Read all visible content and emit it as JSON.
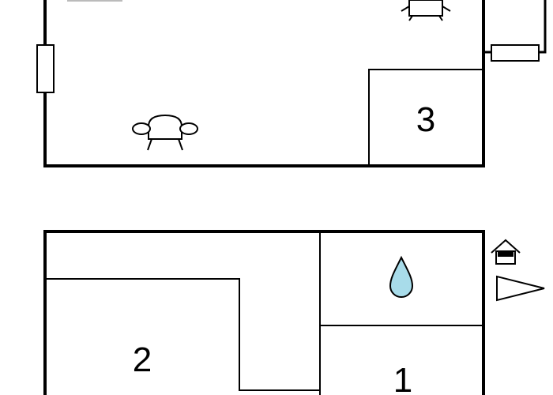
{
  "floor_plan": {
    "upper_floor": {
      "rooms": [
        {
          "label": "3"
        }
      ]
    },
    "lower_floor": {
      "rooms": [
        {
          "label": "2"
        },
        {
          "label": "1"
        }
      ]
    },
    "icons": [
      "window-icon",
      "armchair-icon",
      "chair-icon",
      "water-drop-icon",
      "house-icon",
      "compass-arrow-icon"
    ],
    "colors": {
      "wall": "#000000",
      "water": "#a8dcea",
      "background": "#ffffff"
    }
  }
}
